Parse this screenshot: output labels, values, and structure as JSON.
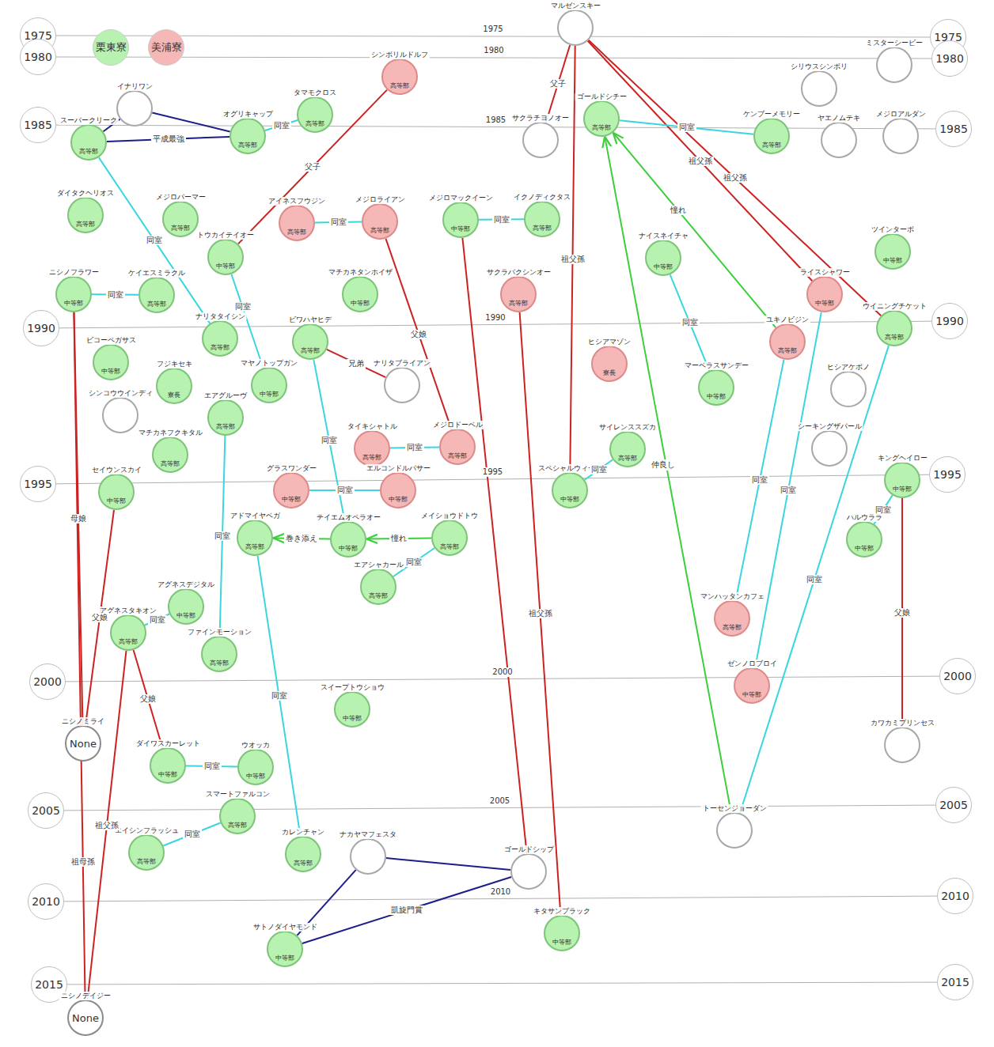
{
  "diagram": {
    "nodes": [
      {
        "text": [
          "1975"
        ]
      },
      {
        "text": [
          "1975"
        ]
      },
      {
        "text": [
          "1980"
        ]
      },
      {
        "text": [
          "1980"
        ]
      },
      {
        "text": [
          "1985"
        ]
      },
      {
        "text": [
          "1985"
        ]
      },
      {
        "text": [
          "1990"
        ]
      },
      {
        "text": [
          "1990"
        ]
      },
      {
        "text": [
          "1995"
        ]
      },
      {
        "text": [
          "1995"
        ]
      },
      {
        "text": [
          "2000"
        ]
      },
      {
        "text": [
          "2000"
        ]
      },
      {
        "text": [
          "2005"
        ]
      },
      {
        "text": [
          "2005"
        ]
      },
      {
        "text": [
          "2010"
        ]
      },
      {
        "text": [
          "2010"
        ]
      },
      {
        "text": [
          "2015"
        ]
      },
      {
        "text": [
          "2015"
        ]
      },
      {
        "text": [
          "マルゼンスキー"
        ]
      },
      {
        "text": [
          "ミスターシービー"
        ]
      },
      {
        "text": [
          "イナリワン"
        ]
      },
      {
        "text": [
          "スーパークリーク",
          "高等部"
        ]
      },
      {
        "text": [
          "オグリキャップ",
          "高等部"
        ]
      },
      {
        "text": [
          "タマモクロス",
          "高等部"
        ]
      },
      {
        "text": [
          "シンボリルドルフ",
          "高等部"
        ]
      },
      {
        "text": [
          "サクラチヨノオー"
        ]
      },
      {
        "text": [
          "ゴールドシチー",
          "高等部"
        ]
      },
      {
        "text": [
          "シリウスシンボリ"
        ]
      },
      {
        "text": [
          "ケンブーメモリー",
          "高等部"
        ]
      },
      {
        "text": [
          "ヤエノムテキ"
        ]
      },
      {
        "text": [
          "メジロアルダン"
        ]
      },
      {
        "text": [
          "ダイタクヘリオス",
          "高等部"
        ]
      },
      {
        "text": [
          "メジロパーマー",
          "高等部"
        ]
      },
      {
        "text": [
          "トウカイテイオー",
          "中等部"
        ]
      },
      {
        "text": [
          "アイネスフウジン",
          "高等部"
        ]
      },
      {
        "text": [
          "メジロライアン",
          "高等部"
        ]
      },
      {
        "text": [
          "メジロマックイーン",
          "中等部"
        ]
      },
      {
        "text": [
          "イクノディクタス",
          "高等部"
        ]
      },
      {
        "text": [
          "ナイスネイチャ",
          "中等部"
        ]
      },
      {
        "text": [
          "ツインターボ",
          "中等部"
        ]
      },
      {
        "text": [
          "ニシノフラワー",
          "中等部"
        ]
      },
      {
        "text": [
          "ケイエスミラクル",
          "高等部"
        ]
      },
      {
        "text": [
          "マチカネタンホイザ",
          "中等部"
        ]
      },
      {
        "text": [
          "サクラバクシンオー",
          "高等部"
        ]
      },
      {
        "text": [
          "ライスシャワー",
          "中等部"
        ]
      },
      {
        "text": [
          "ウイニングチケット",
          "高等部"
        ]
      },
      {
        "text": [
          "ナリタタイシン",
          "高等部"
        ]
      },
      {
        "text": [
          "ビワハヤヒデ",
          "高等部"
        ]
      },
      {
        "text": [
          "ユキノビジン",
          "高等部"
        ]
      },
      {
        "text": [
          "ビコーペガサス",
          "中等部"
        ]
      },
      {
        "text": [
          "ヒシアマゾン",
          "寮長"
        ]
      },
      {
        "text": [
          "フジキセキ",
          "寮長"
        ]
      },
      {
        "text": [
          "マヤノトップガン",
          "中等部"
        ]
      },
      {
        "text": [
          "ナリタブライアン"
        ]
      },
      {
        "text": [
          "マーベラスサンデー",
          "中等部"
        ]
      },
      {
        "text": [
          "ヒシアケボノ"
        ]
      },
      {
        "text": [
          "シンコウウインディ"
        ]
      },
      {
        "text": [
          "エアグルーヴ",
          "高等部"
        ]
      },
      {
        "text": [
          "マチカネフクキタル",
          "高等部"
        ]
      },
      {
        "text": [
          "シーキングザパール"
        ]
      },
      {
        "text": [
          "タイキシャトル",
          "高等部"
        ]
      },
      {
        "text": [
          "メジロドーベル",
          "高等部"
        ]
      },
      {
        "text": [
          "サイレンススズカ",
          "高等部"
        ]
      },
      {
        "text": [
          "セイウンスカイ",
          "中等部"
        ]
      },
      {
        "text": [
          "グラスワンダー",
          "中等部"
        ]
      },
      {
        "text": [
          "エルコンドルパサー",
          "中等部"
        ]
      },
      {
        "text": [
          "スペシャルウィーク",
          "中等部"
        ]
      },
      {
        "text": [
          "キングヘイロー",
          "中等部"
        ]
      },
      {
        "text": [
          "アドマイヤベガ",
          "高等部"
        ]
      },
      {
        "text": [
          "テイエムオペラオー",
          "中等部"
        ]
      },
      {
        "text": [
          "メイショウドトウ",
          "高等部"
        ]
      },
      {
        "text": [
          "ハルウララ",
          "中等部"
        ]
      },
      {
        "text": [
          "エアシャカール",
          "高等部"
        ]
      },
      {
        "text": [
          "アグネスデジタル",
          "中等部"
        ]
      },
      {
        "text": [
          "マンハッタンカフェ",
          "高等部"
        ]
      },
      {
        "text": [
          "アグネスタキオン",
          "高等部"
        ]
      },
      {
        "text": [
          "ファインモーション",
          "高等部"
        ]
      },
      {
        "text": [
          "ゼンノロブロイ",
          "中等部"
        ]
      },
      {
        "text": [
          "スイープトウショウ",
          "中等部"
        ]
      },
      {
        "text": [
          "ニシノミライ",
          "None"
        ]
      },
      {
        "text": [
          "カワカミプリンセス"
        ]
      },
      {
        "text": [
          "ダイワスカーレット",
          "中等部"
        ]
      },
      {
        "text": [
          "ウオッカ",
          "中等部"
        ]
      },
      {
        "text": [
          "スマートファルコン",
          "高等部"
        ]
      },
      {
        "text": [
          "トーセンジョーダン"
        ]
      },
      {
        "text": [
          "エイシンフラッシュ",
          "高等部"
        ]
      },
      {
        "text": [
          "カレンチャン",
          "高等部"
        ]
      },
      {
        "text": [
          "ナカヤマフェスタ"
        ]
      },
      {
        "text": [
          "ゴールドシップ"
        ]
      },
      {
        "text": [
          "キタサンブラック",
          "中等部"
        ]
      },
      {
        "text": [
          "サトノダイヤモンド",
          "中等部"
        ]
      },
      {
        "text": [
          "ニシノデイジー",
          "None"
        ]
      }
    ],
    "edges": [
      {
        "from": 0,
        "to": 1,
        "arrow": "none",
        "label": "1975"
      },
      {
        "from": 2,
        "to": 3,
        "arrow": "none",
        "label": "1980"
      },
      {
        "from": 4,
        "to": 5,
        "arrow": "none",
        "label": "1985"
      },
      {
        "from": 6,
        "to": 7,
        "arrow": "none",
        "label": "1990"
      },
      {
        "from": 8,
        "to": 9,
        "arrow": "none",
        "label": "1995"
      },
      {
        "from": 10,
        "to": 11,
        "arrow": "none",
        "label": "2000"
      },
      {
        "from": 12,
        "to": 13,
        "arrow": "none",
        "label": "2005"
      },
      {
        "from": 14,
        "to": 15,
        "arrow": "none",
        "label": "2010"
      },
      {
        "from": 16,
        "to": 17,
        "arrow": "none"
      },
      {
        "from": 18,
        "to": 25,
        "arrow": "none",
        "label": "父子"
      },
      {
        "from": 18,
        "to": 66,
        "arrow": "none",
        "label": "祖父孫"
      },
      {
        "from": 18,
        "to": 44,
        "arrow": "none",
        "label": "祖父孫"
      },
      {
        "from": 18,
        "to": 45,
        "arrow": "none",
        "label": "祖父孫"
      },
      {
        "from": 24,
        "to": 33,
        "arrow": "none",
        "label": "父子"
      },
      {
        "from": 35,
        "to": 61,
        "arrow": "none",
        "label": "父娘"
      },
      {
        "from": 47,
        "to": 53,
        "arrow": "none",
        "label": "兄弟"
      },
      {
        "from": 36,
        "to": 88,
        "arrow": "none"
      },
      {
        "from": 43,
        "to": 89,
        "arrow": "none",
        "label": "祖父孫"
      },
      {
        "from": 40,
        "to": 79,
        "arrow": "none",
        "label": "母娘"
      },
      {
        "from": 63,
        "to": 79,
        "arrow": "none",
        "label": "父娘"
      },
      {
        "from": 75,
        "to": 81,
        "arrow": "none",
        "label": "父娘"
      },
      {
        "from": 75,
        "to": 91,
        "arrow": "none",
        "label": "祖父孫"
      },
      {
        "from": 40,
        "to": 91,
        "arrow": "none",
        "label": "祖母孫"
      },
      {
        "from": 67,
        "to": 80,
        "arrow": "none",
        "label": "父娘"
      },
      {
        "from": 22,
        "to": 23,
        "arrow": "none",
        "label": "同室"
      },
      {
        "from": 21,
        "to": 46,
        "arrow": "none",
        "label": "同室"
      },
      {
        "from": 33,
        "to": 52,
        "arrow": "none",
        "label": "同室"
      },
      {
        "from": 26,
        "to": 28,
        "arrow": "none",
        "label": "同室"
      },
      {
        "from": 34,
        "to": 35,
        "arrow": "none",
        "label": "同室"
      },
      {
        "from": 36,
        "to": 37,
        "arrow": "none",
        "label": "同室"
      },
      {
        "from": 40,
        "to": 41,
        "arrow": "none",
        "label": "同室"
      },
      {
        "from": 47,
        "to": 69,
        "arrow": "none",
        "label": "同室"
      },
      {
        "from": 60,
        "to": 61,
        "arrow": "none",
        "label": "同室"
      },
      {
        "from": 64,
        "to": 65,
        "arrow": "none",
        "label": "同室"
      },
      {
        "from": 66,
        "to": 62,
        "arrow": "none",
        "label": "同室"
      },
      {
        "from": 38,
        "to": 54,
        "arrow": "none",
        "label": "同室"
      },
      {
        "from": 48,
        "to": 74,
        "arrow": "none",
        "label": "同室"
      },
      {
        "from": 44,
        "to": 77,
        "arrow": "none",
        "label": "同室"
      },
      {
        "from": 45,
        "to": 84,
        "arrow": "none",
        "label": "同室"
      },
      {
        "from": 67,
        "to": 71,
        "arrow": "none",
        "label": "同室"
      },
      {
        "from": 57,
        "to": 76,
        "arrow": "none",
        "label": "同室"
      },
      {
        "from": 68,
        "to": 86,
        "arrow": "none",
        "label": "同室"
      },
      {
        "from": 70,
        "to": 72,
        "arrow": "none",
        "label": "同室"
      },
      {
        "from": 75,
        "to": 73,
        "arrow": "none",
        "label": "同室"
      },
      {
        "from": 81,
        "to": 82,
        "arrow": "none",
        "label": "同室"
      },
      {
        "from": 83,
        "to": 85,
        "arrow": "none",
        "label": "同室"
      },
      {
        "from": 48,
        "to": 26,
        "arrow": "to",
        "label": "憧れ"
      },
      {
        "from": 84,
        "to": 26,
        "arrow": "to"
      },
      {
        "from": 69,
        "to": 68,
        "arrow": "to",
        "label": "巻き添え"
      },
      {
        "from": 70,
        "to": 69,
        "arrow": "to",
        "label": "憧れ"
      },
      {
        "from": 20,
        "to": 21,
        "arrow": "none"
      },
      {
        "from": 20,
        "to": 22,
        "arrow": "none"
      },
      {
        "from": 21,
        "to": 22,
        "arrow": "none",
        "label": "平成最強"
      },
      {
        "from": 87,
        "to": 88,
        "arrow": "none"
      },
      {
        "from": 87,
        "to": 90,
        "arrow": "none"
      },
      {
        "from": 90,
        "to": 88,
        "arrow": "none",
        "label": "凱旋門賞"
      }
    ],
    "labels": [
      "仲良し"
    ],
    "legend": [
      {
        "text": "栗東寮",
        "color": "#b8f2b0"
      },
      {
        "text": "美浦寮",
        "color": "#f6b7b7"
      }
    ]
  }
}
